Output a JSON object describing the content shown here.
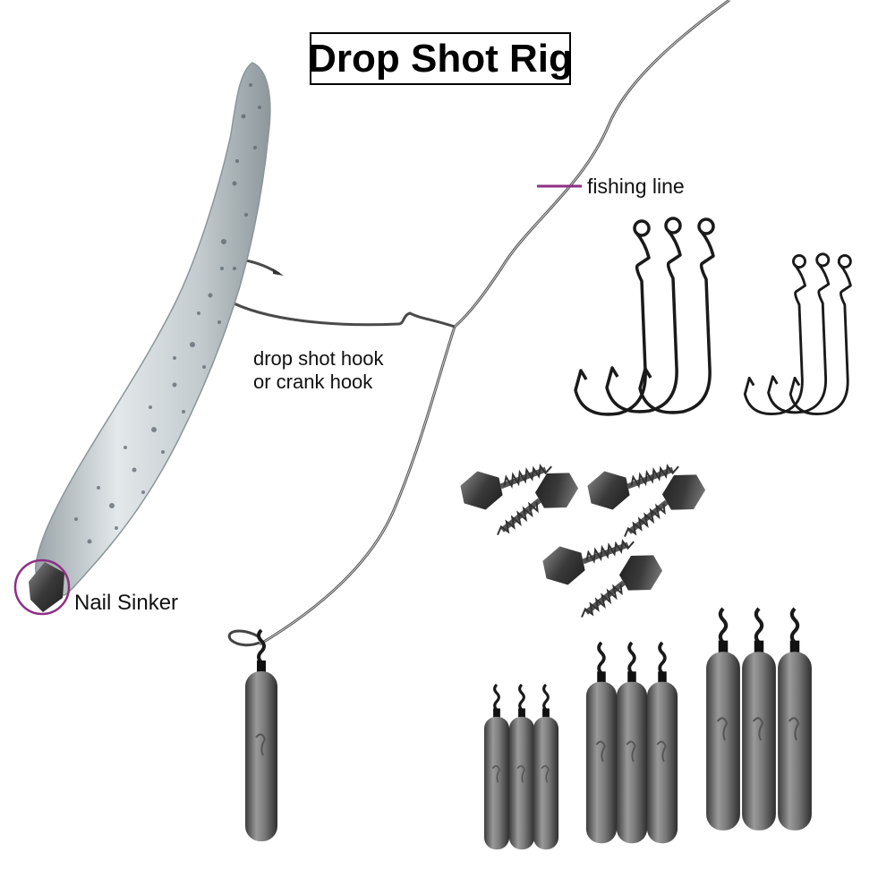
{
  "title": "Drop Shot Rig",
  "labels": {
    "fishing_line": "fishing line",
    "hook_line1": "drop shot hook",
    "hook_line2": "or crank hook",
    "nail_sinker": "Nail Sinker"
  },
  "colors": {
    "accent_pointer": "#8e2f84",
    "line": "#555555",
    "metal": "#6c6c6c",
    "worm": "#c8d0d2",
    "hook": "#1a1a1a"
  },
  "icons": [
    "worm-icon",
    "hook-icon",
    "nail-sinker-icon",
    "drop-shot-weight-icon",
    "swivel-icon"
  ]
}
